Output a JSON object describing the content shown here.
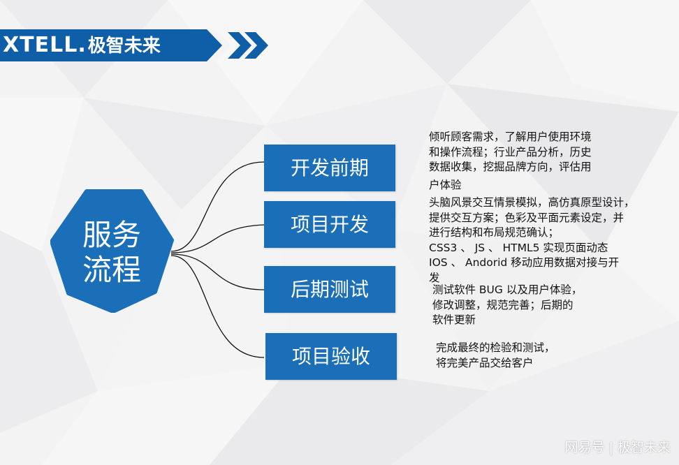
{
  "brand": {
    "logo_text": "XTELL.",
    "logo_cn": "极智未来",
    "primary_color": "#1a6fb8",
    "banner_color": "#0f5ea8"
  },
  "center": {
    "label_line1": "服务",
    "label_line2": "流程"
  },
  "stages": [
    {
      "label": "开发前期",
      "desc": [
        "倾听顾客需求，了解用户使用环境",
        "和操作流程；行业产品分析，历史",
        "数据收集，挖掘品牌方向，评估用",
        "户体验"
      ]
    },
    {
      "label": "项目开发",
      "desc": [
        "头脑风景交互情景模拟，高仿真原型设计，",
        "提供交互方案；色彩及平面元素设定，并",
        "进行结构和布局规范确认；",
        "CSS3 、 JS 、 HTML5 实现页面动态",
        "IOS 、 Andorid 移动应用数据对接与开",
        "发"
      ]
    },
    {
      "label": "后期测试",
      "desc": [
        "测试软件 BUG 以及用户体验，",
        "修改调整，规范完善；后期的",
        "软件更新"
      ]
    },
    {
      "label": "项目验收",
      "desc": [
        "完成最终的检验和测试，",
        "将完美产品交给客户"
      ]
    }
  ],
  "watermark": "网易号 | 极智未来"
}
